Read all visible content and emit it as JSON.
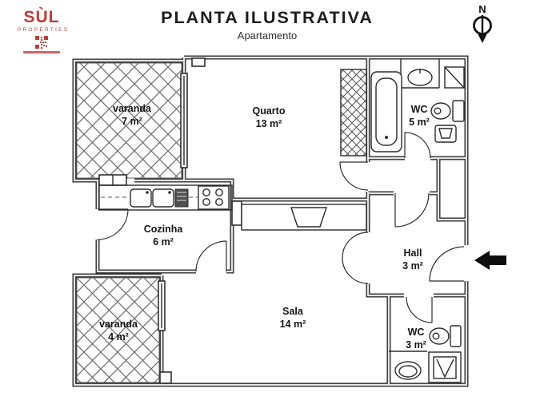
{
  "header": {
    "logo": {
      "brand": "SÙL",
      "subtitle": "PROPERTIES"
    },
    "title": "PLANTA ILUSTRATIVA",
    "subtitle": "Apartamento",
    "compass": {
      "label": "N"
    }
  },
  "colors": {
    "brand_red": "#bc3e37",
    "ink": "#1d1d1d",
    "wall": "#2f2f2f",
    "arrow_black": "#0d0d0d"
  },
  "floor_plan": {
    "rooms": [
      {
        "id": "varanda-top",
        "label": "varanda",
        "area": "7 m²"
      },
      {
        "id": "quarto",
        "label": "Quarto",
        "area": "13 m²"
      },
      {
        "id": "wc-top",
        "label": "WC",
        "area": "5 m²"
      },
      {
        "id": "cozinha",
        "label": "Cozinha",
        "area": "6 m²"
      },
      {
        "id": "hall",
        "label": "Hall",
        "area": "3 m²"
      },
      {
        "id": "sala",
        "label": "Sala",
        "area": "14 m²"
      },
      {
        "id": "varanda-bottom",
        "label": "varanda",
        "area": "4 m²"
      },
      {
        "id": "wc-bottom",
        "label": "WC",
        "area": "3 m²"
      }
    ],
    "fixtures": [
      "bathtub",
      "washbasin",
      "toilet",
      "bidet",
      "kitchen-sink",
      "stove",
      "wardrobe",
      "tv-cabinet",
      "shower",
      "washbasin",
      "toilet"
    ],
    "entrance_arrow_direction": "left"
  }
}
